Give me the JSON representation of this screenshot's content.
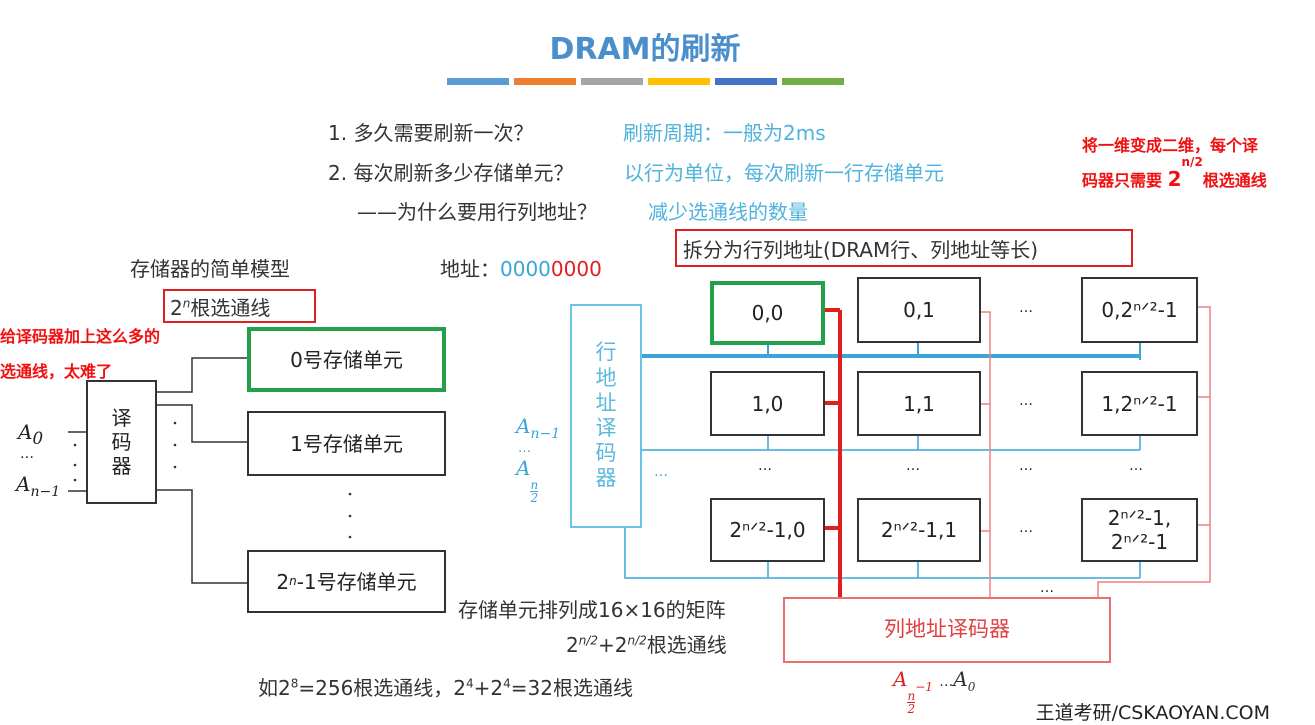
{
  "title": "DRAM的刷新",
  "title_bar_colors": [
    "#5b9bd5",
    "#ed7d31",
    "#a5a5a5",
    "#ffc000",
    "#4472c4",
    "#70ad47"
  ],
  "questions": [
    {
      "q": "1. 多久需要刷新一次？",
      "a": "刷新周期：一般为2ms"
    },
    {
      "q": "2. 每次刷新多少存储单元？",
      "a": "以行为单位，每次刷新一行存储单元"
    },
    {
      "q": "——为什么要用行列地址？",
      "a": "减少选通线的数量"
    }
  ],
  "annotations": {
    "top_right_line1": "将一维变成二维，每个译",
    "top_right_line2_a": "码器只需要",
    "top_right_base": "2",
    "top_right_exp": "n/2",
    "top_right_line2_b": "根选通线",
    "left_line1": "给译码器加上这么多的",
    "left_line2": "选通线，太难了"
  },
  "simple_model": {
    "label": "存储器的简单模型",
    "address_label": "地址：",
    "address_blue": "0000",
    "address_red": "0000",
    "lines_base": "2",
    "lines_exp": "n",
    "lines_suffix": "根选通线",
    "decoder": [
      "译",
      "码",
      "器"
    ],
    "inputs": {
      "a0": "A",
      "a0_sub": "0",
      "dots": "…",
      "an": "A",
      "an_sub": "n−1"
    },
    "cells": [
      {
        "label": "0号存储单元"
      },
      {
        "label": "1号存储单元"
      },
      {
        "base": "2",
        "exp": "n",
        "label": "-1号存储单元"
      }
    ]
  },
  "matrix_model": {
    "label": "拆分为行列地址(DRAM行、列地址等长)",
    "row_decoder": [
      "行",
      "地",
      "址",
      "译",
      "码",
      "器"
    ],
    "row_inputs": {
      "top": "A",
      "top_sub": "n−1",
      "dots": "…",
      "bottom": "A",
      "bottom_sub_num": "n",
      "bottom_sub_den": "2"
    },
    "cells": [
      "0,0",
      "0,1",
      "0,2ⁿᐟ²-1",
      "1,0",
      "1,1",
      "1,2ⁿᐟ²-1",
      "2ⁿᐟ²-1,0",
      "2ⁿᐟ²-1,1",
      "2ⁿᐟ²-1,\n2ⁿᐟ²-1"
    ],
    "ellipsis": "…",
    "column_decoder": "列地址译码器",
    "col_inputs": {
      "a": "A",
      "a_sub_num": "n",
      "a_sub_den": "2",
      "a_sub_tail": "−1",
      "dots": "…",
      "a0": "A",
      "a0_sub": "0"
    },
    "highlight_color": "#22a04a",
    "row_line_color": "#3aa6d8",
    "col_line_color": "#e02020"
  },
  "notes": {
    "matrix": "存储单元排列成16×16的矩阵",
    "lines_formula_a": "2",
    "lines_formula_exp": "n/2",
    "lines_formula_plus": "+2",
    "lines_formula_suffix": "根选通线",
    "example_a": "如2",
    "example_exp1": "8",
    "example_b": "=256根选通线，2",
    "example_exp2": "4",
    "example_c": "+2",
    "example_exp3": "4",
    "example_d": "=32根选通线"
  },
  "watermark": "王道考研/CSKAOYAN.COM"
}
